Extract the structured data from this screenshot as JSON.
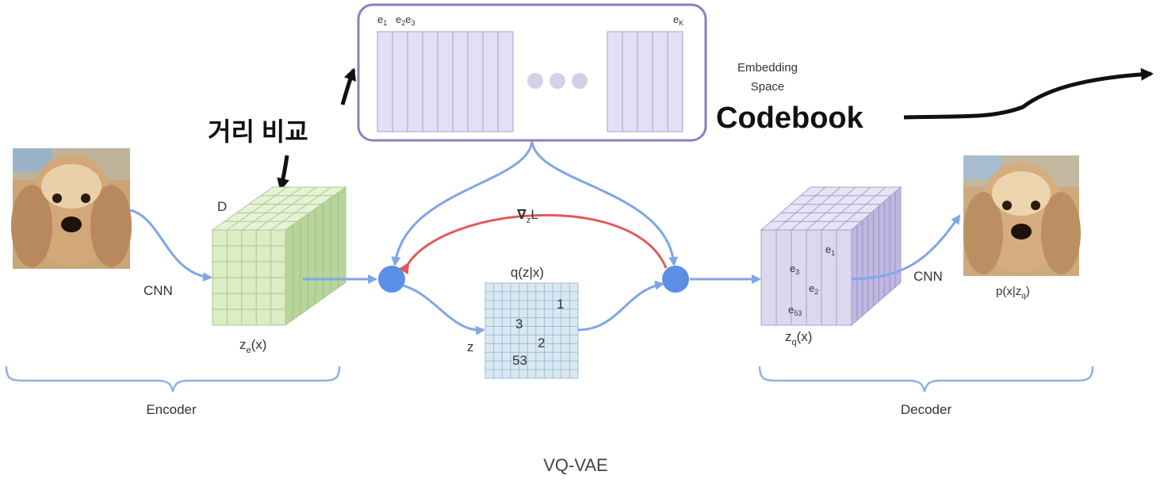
{
  "embedding": {
    "e_labels": [
      "e1",
      "e2",
      "e3"
    ],
    "ek_label": "eK",
    "space_line1": "Embedding",
    "space_line2": "Space",
    "codebook": "Codebook"
  },
  "annotations": {
    "distance_compare": "거리 비교"
  },
  "encoder": {
    "cnn": "CNN",
    "dim": "D",
    "latent": "z",
    "latent_sub": "e",
    "latent_tail": "(x)",
    "brace": "Encoder"
  },
  "quantizer": {
    "grad_nabla": "∇",
    "grad_sub": "z",
    "grad_L": "L",
    "q_label": "q(z|x)",
    "z_label": "z",
    "indices": [
      "1",
      "3",
      "2",
      "53"
    ]
  },
  "decoder": {
    "cnn": "CNN",
    "latent": "z",
    "latent_sub": "q",
    "latent_tail": "(x)",
    "out_p": "p(x|z",
    "out_sub": "q",
    "out_tail": ")",
    "brace": "Decoder",
    "cube_labels": [
      "e1",
      "e3",
      "e2",
      "e53"
    ]
  },
  "caption": "VQ-VAE",
  "colors": {
    "arrow_blue": "#7fa6e6",
    "node_blue": "#5b8fe6",
    "grad_red": "#e05a5a",
    "green_front": "#dcecc6",
    "purple_front": "#ddd8ee",
    "grid_blue": "#d4e6f1",
    "border_purple": "#8b7fc0"
  }
}
